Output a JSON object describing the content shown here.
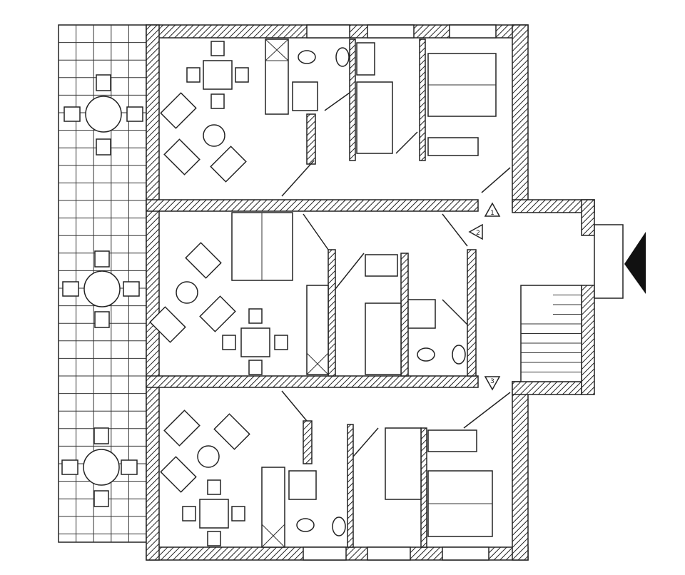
{
  "plan": {
    "markers": [
      {
        "label": "1"
      },
      {
        "label": "2"
      },
      {
        "label": "3"
      }
    ],
    "colors": {
      "line": "#222222",
      "background": "#ffffff"
    }
  }
}
